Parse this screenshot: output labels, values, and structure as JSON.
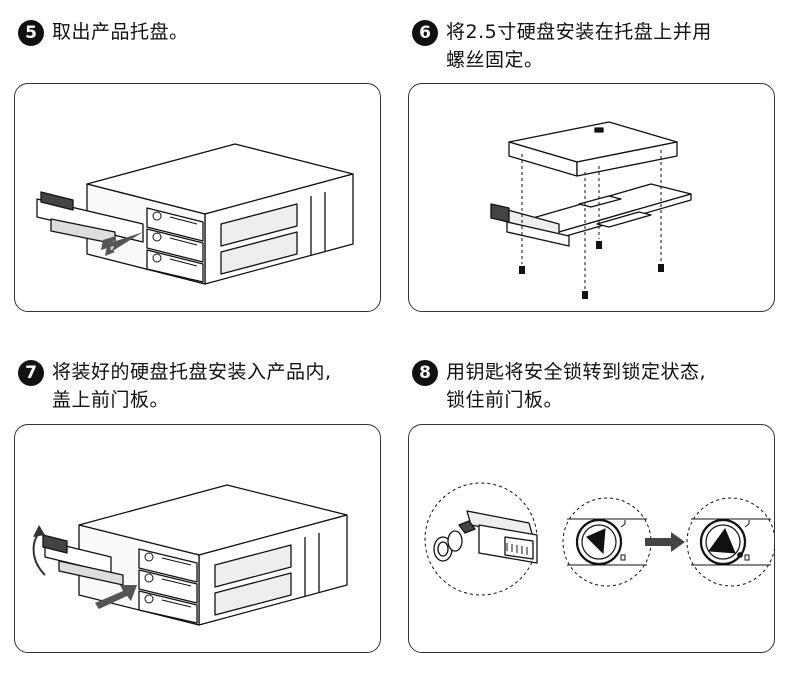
{
  "steps": [
    {
      "number": "5",
      "caption_lines": [
        "取出产品托盘。"
      ]
    },
    {
      "number": "6",
      "caption_lines": [
        "将2.5寸硬盘安装在托盘上并用",
        "螺丝固定。"
      ]
    },
    {
      "number": "7",
      "caption_lines": [
        "将装好的硬盘托盘安装入产品内,",
        "盖上前门板。"
      ]
    },
    {
      "number": "8",
      "caption_lines": [
        "用钥匙将安全锁转到锁定状态,",
        "锁住前门板。"
      ]
    }
  ],
  "colors": {
    "ink": "#111111",
    "arrow": "#444444",
    "panel_border": "#333333"
  },
  "icons": [
    "lock-closed-icon",
    "lock-open-icon",
    "arrow-right-icon"
  ]
}
